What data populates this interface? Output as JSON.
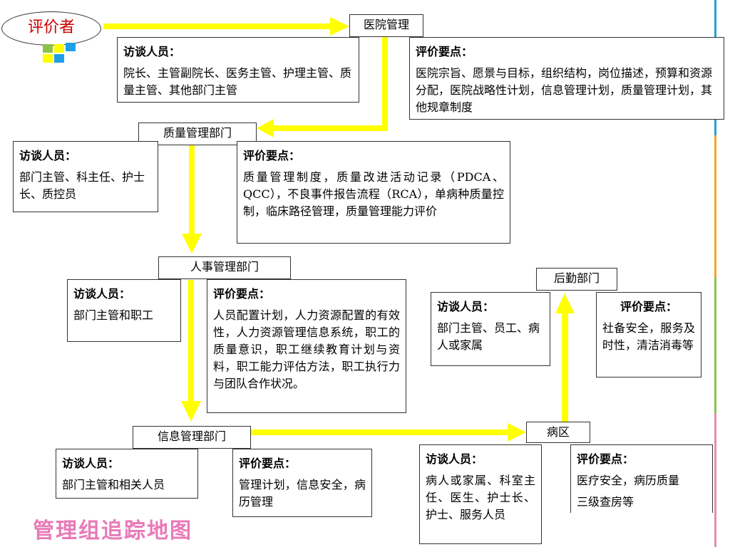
{
  "evaluator": "评价者",
  "footer_title": "管理组追踪地图",
  "colors": {
    "arrow": "#ffff00",
    "evaluator_text": "#cc0000",
    "footer_text": "#e87ab8",
    "sq_green": "#8bc34a",
    "sq_yellow": "#ffff00",
    "sq_blue": "#1ea0e6"
  },
  "nodes": {
    "hospital": {
      "title": "医院管理",
      "interview_label": "访谈人员：",
      "interview_text": "院长、主管副院长、医务主管、护理主管、质量主管、其他部门主管",
      "eval_label": "评价要点：",
      "eval_text": "医院宗旨、愿景与目标，组织结构，岗位描述，预算和资源分配，医院战略性计划，信息管理计划，质量管理计划，其他规章制度"
    },
    "quality": {
      "title": "质量管理部门",
      "interview_label": "访谈人员：",
      "interview_text": "部门主管、科主任、护士长、质控员",
      "eval_label": "评价要点：",
      "eval_text": "质量管理制度，质量改进活动记录（PDCA、QCC），不良事件报告流程（RCA），单病种质量控制，临床路径管理，质量管理能力评价"
    },
    "hr": {
      "title": "人事管理部门",
      "interview_label": "访谈人员：",
      "interview_text": "部门主管和职工",
      "eval_label": "评价要点：",
      "eval_text": "人员配置计划，人力资源配置的有效性，人力资源管理信息系统，职工的质量意识，职工继续教育计划与资料，职工能力评估方法，职工执行力与团队合作状况。"
    },
    "info": {
      "title": "信息管理部门",
      "interview_label": "访谈人员：",
      "interview_text": "部门主管和相关人员",
      "eval_label": "评价要点：",
      "eval_text": "管理计划，信息安全，病历管理"
    },
    "ward": {
      "title": "病区",
      "interview_label": "访谈人员：",
      "interview_text": "病人或家属、科室主任、医生、护士长、护士、服务人员",
      "eval_label": "评价要点：",
      "eval_text_1": "医疗安全，病历质量",
      "eval_text_2": "三级查房等"
    },
    "logistics": {
      "title": "后勤部门",
      "interview_label": "访谈人员：",
      "interview_text": "部门主管、员工、病人或家属",
      "eval_label": "评价要点：",
      "eval_text": "社备安全，服务及时性，清洁消毒等"
    }
  }
}
